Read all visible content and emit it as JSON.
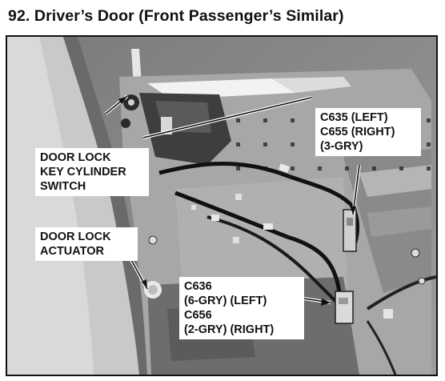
{
  "heading": "92. Driver’s Door (Front Passenger’s Similar)",
  "callouts": {
    "key_cylinder_switch": [
      "DOOR LOCK",
      "KEY CYLINDER",
      "SWITCH"
    ],
    "lock_actuator": [
      "DOOR LOCK",
      "ACTUATOR"
    ],
    "connector_c635_c655": [
      "C635 (LEFT)",
      "C655 (RIGHT)",
      "(3-GRY)"
    ],
    "connector_c636_c656": [
      "C636",
      "(6-GRY) (LEFT)",
      "C656",
      "(2-GRY) (RIGHT)"
    ]
  }
}
